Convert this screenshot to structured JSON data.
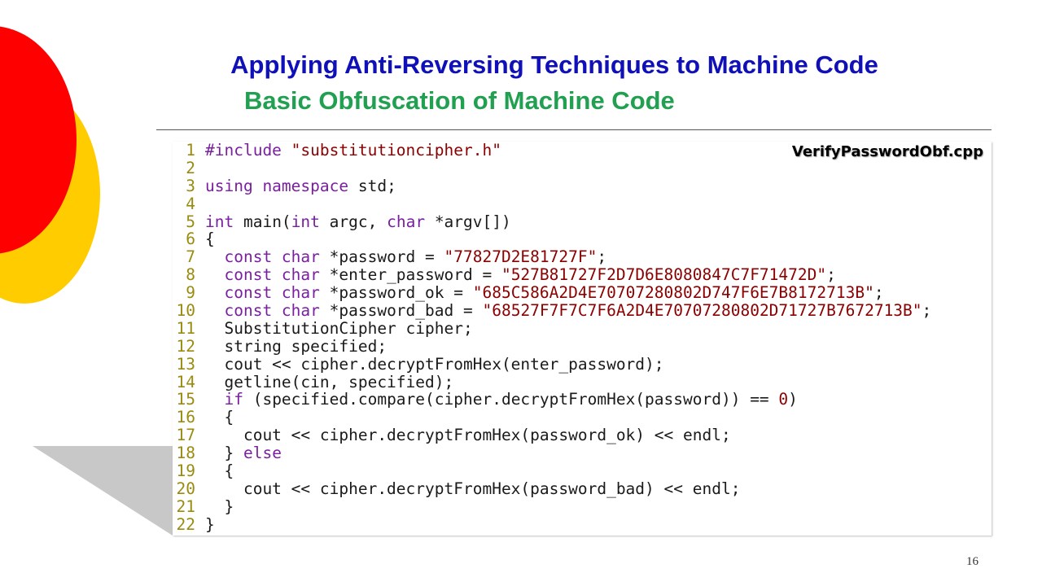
{
  "slide": {
    "title": "Applying Anti-Reversing Techniques to Machine Code",
    "subtitle": "Basic Obfuscation of Machine Code",
    "page_number": "16"
  },
  "colors": {
    "title": "#1010b8",
    "subtitle": "#20a050",
    "keyword": "#7a1fa0",
    "string": "#8b0000",
    "preprocessor": "#7a1fa0",
    "line_number": "#9a8a10",
    "circle_red": "#ff0000",
    "circle_yellow": "#ffcc00",
    "shadow": "#c8c8c8"
  },
  "code": {
    "filename": "VerifyPasswordObf.cpp",
    "lines": [
      {
        "n": "1",
        "tokens": [
          [
            "pp",
            "#include "
          ],
          [
            "str",
            "\"substitutioncipher.h\""
          ]
        ]
      },
      {
        "n": "2",
        "tokens": []
      },
      {
        "n": "3",
        "tokens": [
          [
            "kw",
            "using namespace"
          ],
          [
            "txt",
            " std;"
          ]
        ]
      },
      {
        "n": "4",
        "tokens": []
      },
      {
        "n": "5",
        "tokens": [
          [
            "kw",
            "int"
          ],
          [
            "txt",
            " main("
          ],
          [
            "kw",
            "int"
          ],
          [
            "txt",
            " argc, "
          ],
          [
            "kw",
            "char"
          ],
          [
            "txt",
            " *argv[])"
          ]
        ]
      },
      {
        "n": "6",
        "tokens": [
          [
            "txt",
            "{"
          ]
        ]
      },
      {
        "n": "7",
        "tokens": [
          [
            "txt",
            "  "
          ],
          [
            "kw",
            "const char"
          ],
          [
            "txt",
            " *password = "
          ],
          [
            "str",
            "\"77827D2E81727F\""
          ],
          [
            "txt",
            ";"
          ]
        ]
      },
      {
        "n": "8",
        "tokens": [
          [
            "txt",
            "  "
          ],
          [
            "kw",
            "const char"
          ],
          [
            "txt",
            " *enter_password = "
          ],
          [
            "str",
            "\"527B81727F2D7D6E8080847C7F71472D\""
          ],
          [
            "txt",
            ";"
          ]
        ]
      },
      {
        "n": "9",
        "tokens": [
          [
            "txt",
            "  "
          ],
          [
            "kw",
            "const char"
          ],
          [
            "txt",
            " *password_ok = "
          ],
          [
            "str",
            "\"685C586A2D4E70707280802D747F6E7B8172713B\""
          ],
          [
            "txt",
            ";"
          ]
        ]
      },
      {
        "n": "10",
        "tokens": [
          [
            "txt",
            "  "
          ],
          [
            "kw",
            "const char"
          ],
          [
            "txt",
            " *password_bad = "
          ],
          [
            "str",
            "\"68527F7F7C7F6A2D4E70707280802D71727B7672713B\""
          ],
          [
            "txt",
            ";"
          ]
        ]
      },
      {
        "n": "11",
        "tokens": [
          [
            "txt",
            "  SubstitutionCipher cipher;"
          ]
        ]
      },
      {
        "n": "12",
        "tokens": [
          [
            "txt",
            "  string specified;"
          ]
        ]
      },
      {
        "n": "13",
        "tokens": [
          [
            "txt",
            "  cout << cipher.decryptFromHex(enter_password);"
          ]
        ]
      },
      {
        "n": "14",
        "tokens": [
          [
            "txt",
            "  getline(cin, specified);"
          ]
        ]
      },
      {
        "n": "15",
        "tokens": [
          [
            "txt",
            "  "
          ],
          [
            "kw",
            "if"
          ],
          [
            "txt",
            " (specified.compare(cipher.decryptFromHex(password)) == "
          ],
          [
            "str",
            "0"
          ],
          [
            "txt",
            ")"
          ]
        ]
      },
      {
        "n": "16",
        "tokens": [
          [
            "txt",
            "  {"
          ]
        ]
      },
      {
        "n": "17",
        "tokens": [
          [
            "txt",
            "    cout << cipher.decryptFromHex(password_ok) << endl;"
          ]
        ]
      },
      {
        "n": "18",
        "tokens": [
          [
            "txt",
            "  } "
          ],
          [
            "kw",
            "else"
          ]
        ]
      },
      {
        "n": "19",
        "tokens": [
          [
            "txt",
            "  {"
          ]
        ]
      },
      {
        "n": "20",
        "tokens": [
          [
            "txt",
            "    cout << cipher.decryptFromHex(password_bad) << endl;"
          ]
        ]
      },
      {
        "n": "21",
        "tokens": [
          [
            "txt",
            "  }"
          ]
        ]
      },
      {
        "n": "22",
        "tokens": [
          [
            "txt",
            "}"
          ]
        ]
      }
    ]
  }
}
